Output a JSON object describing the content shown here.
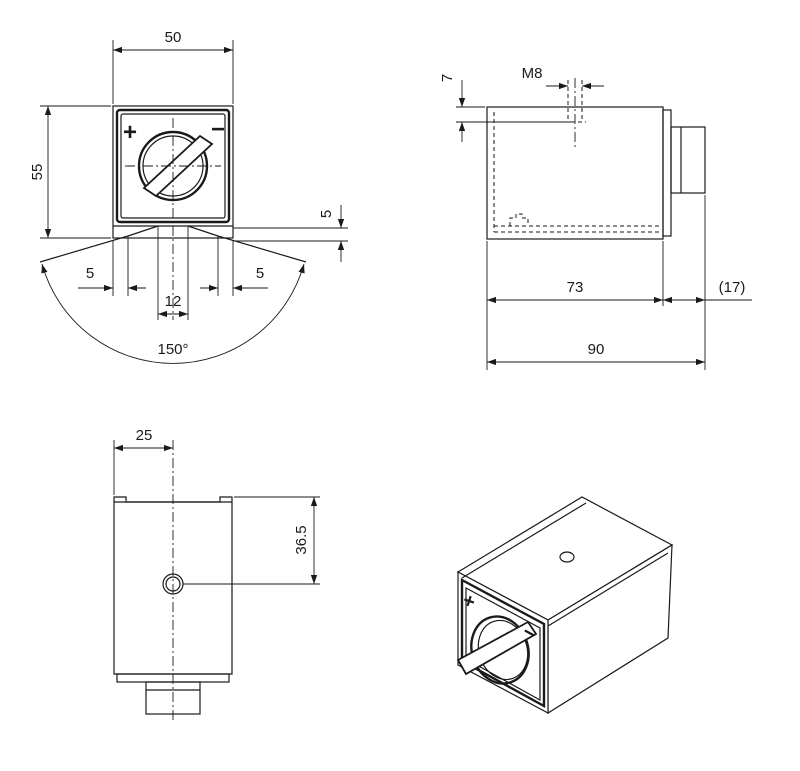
{
  "colors": {
    "line": "#1a1a1a",
    "background": "#ffffff"
  },
  "front_view": {
    "symbols": {
      "plus": "+",
      "minus": "−"
    },
    "dimensions": {
      "width": "50",
      "height": "55",
      "base_offset": "5",
      "left_step": "5",
      "right_step": "5",
      "slot_width": "12",
      "swing_angle": "150°"
    }
  },
  "side_view": {
    "dimensions": {
      "top_offset": "7",
      "thread": "M8",
      "body_length": "73",
      "knob_length": "(17)",
      "overall_length": "90"
    }
  },
  "bottom_view": {
    "dimensions": {
      "half_width": "25",
      "hole_position": "36.5"
    }
  },
  "iso_view": {
    "symbols": {
      "plus": "+",
      "minus": "−"
    }
  }
}
